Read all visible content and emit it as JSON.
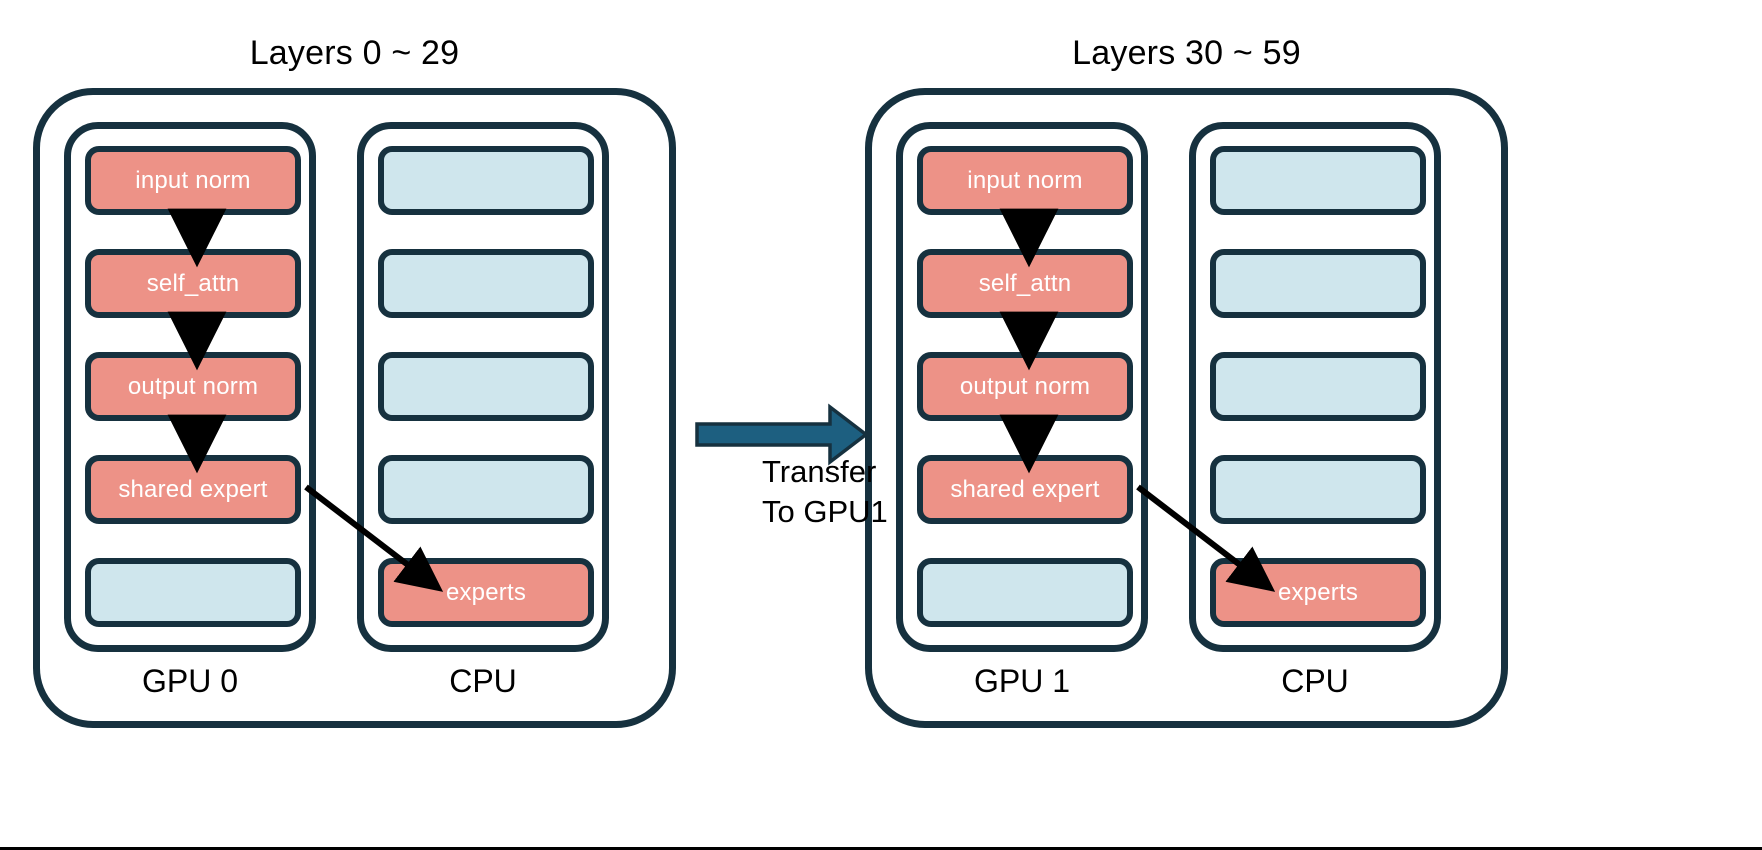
{
  "colors": {
    "outline": "#16313f",
    "red_block": "#ed9287",
    "blue_block": "#cfe6ed",
    "arrow_transfer": "#1d5f80",
    "arrow_dispatch": "#000000",
    "background": "#ffffff",
    "label_text": "#000000",
    "block_text": "#ffffff"
  },
  "groups": [
    {
      "id": "left",
      "title": "Layers 0 ~ 29",
      "gpu": {
        "hardware_label": "GPU 0",
        "slots": [
          {
            "label": "input norm",
            "kind": "red"
          },
          {
            "label": "self_attn",
            "kind": "red"
          },
          {
            "label": "output norm",
            "kind": "red"
          },
          {
            "label": "shared expert",
            "kind": "red"
          },
          {
            "label": "",
            "kind": "blue"
          }
        ]
      },
      "cpu": {
        "hardware_label": "CPU",
        "slots": [
          {
            "label": "",
            "kind": "blue"
          },
          {
            "label": "",
            "kind": "blue"
          },
          {
            "label": "",
            "kind": "blue"
          },
          {
            "label": "",
            "kind": "blue"
          },
          {
            "label": "experts",
            "kind": "red"
          }
        ]
      }
    },
    {
      "id": "right",
      "title": "Layers 30 ~ 59",
      "gpu": {
        "hardware_label": "GPU 1",
        "slots": [
          {
            "label": "input norm",
            "kind": "red"
          },
          {
            "label": "self_attn",
            "kind": "red"
          },
          {
            "label": "output norm",
            "kind": "red"
          },
          {
            "label": "shared expert",
            "kind": "red"
          },
          {
            "label": "",
            "kind": "blue"
          }
        ]
      },
      "cpu": {
        "hardware_label": "CPU",
        "slots": [
          {
            "label": "",
            "kind": "blue"
          },
          {
            "label": "",
            "kind": "blue"
          },
          {
            "label": "",
            "kind": "blue"
          },
          {
            "label": "",
            "kind": "blue"
          },
          {
            "label": "experts",
            "kind": "red"
          }
        ]
      }
    }
  ],
  "transfer": {
    "line1": "Transfer",
    "line2": "To GPU1"
  }
}
